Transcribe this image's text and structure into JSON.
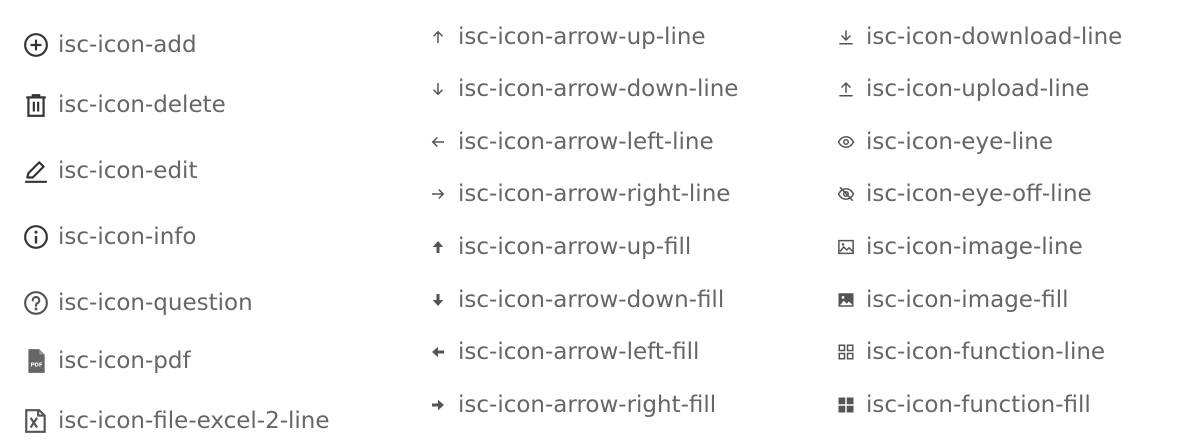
{
  "columns": [
    {
      "items": [
        {
          "icon": "add-icon",
          "label": "isc-icon-add"
        },
        {
          "icon": "delete-icon",
          "label": "isc-icon-delete"
        },
        {
          "icon": "edit-icon",
          "label": "isc-icon-edit"
        },
        {
          "icon": "info-icon",
          "label": "isc-icon-info"
        },
        {
          "icon": "question-icon",
          "label": "isc-icon-question"
        },
        {
          "icon": "pdf-icon",
          "label": "isc-icon-pdf"
        },
        {
          "icon": "file-excel-icon",
          "label": "isc-icon-file-excel-2-line"
        }
      ]
    },
    {
      "items": [
        {
          "icon": "arrow-up-line-icon",
          "label": "isc-icon-arrow-up-line"
        },
        {
          "icon": "arrow-down-line-icon",
          "label": "isc-icon-arrow-down-line"
        },
        {
          "icon": "arrow-left-line-icon",
          "label": "isc-icon-arrow-left-line"
        },
        {
          "icon": "arrow-right-line-icon",
          "label": "isc-icon-arrow-right-line"
        },
        {
          "icon": "arrow-up-fill-icon",
          "label": "isc-icon-arrow-up-fill"
        },
        {
          "icon": "arrow-down-fill-icon",
          "label": "isc-icon-arrow-down-fill"
        },
        {
          "icon": "arrow-left-fill-icon",
          "label": "isc-icon-arrow-left-fill"
        },
        {
          "icon": "arrow-right-fill-icon",
          "label": "isc-icon-arrow-right-fill"
        }
      ]
    },
    {
      "items": [
        {
          "icon": "download-line-icon",
          "label": "isc-icon-download-line"
        },
        {
          "icon": "upload-line-icon",
          "label": "isc-icon-upload-line"
        },
        {
          "icon": "eye-line-icon",
          "label": "isc-icon-eye-line"
        },
        {
          "icon": "eye-off-line-icon",
          "label": "isc-icon-eye-off-line"
        },
        {
          "icon": "image-line-icon",
          "label": "isc-icon-image-line"
        },
        {
          "icon": "image-fill-icon",
          "label": "isc-icon-image-fill"
        },
        {
          "icon": "function-line-icon",
          "label": "isc-icon-function-line"
        },
        {
          "icon": "function-fill-icon",
          "label": "isc-icon-function-fill"
        }
      ]
    }
  ],
  "colors": {
    "icon_dark": "#333333",
    "icon_grey": "#555555",
    "text": "#666666"
  }
}
